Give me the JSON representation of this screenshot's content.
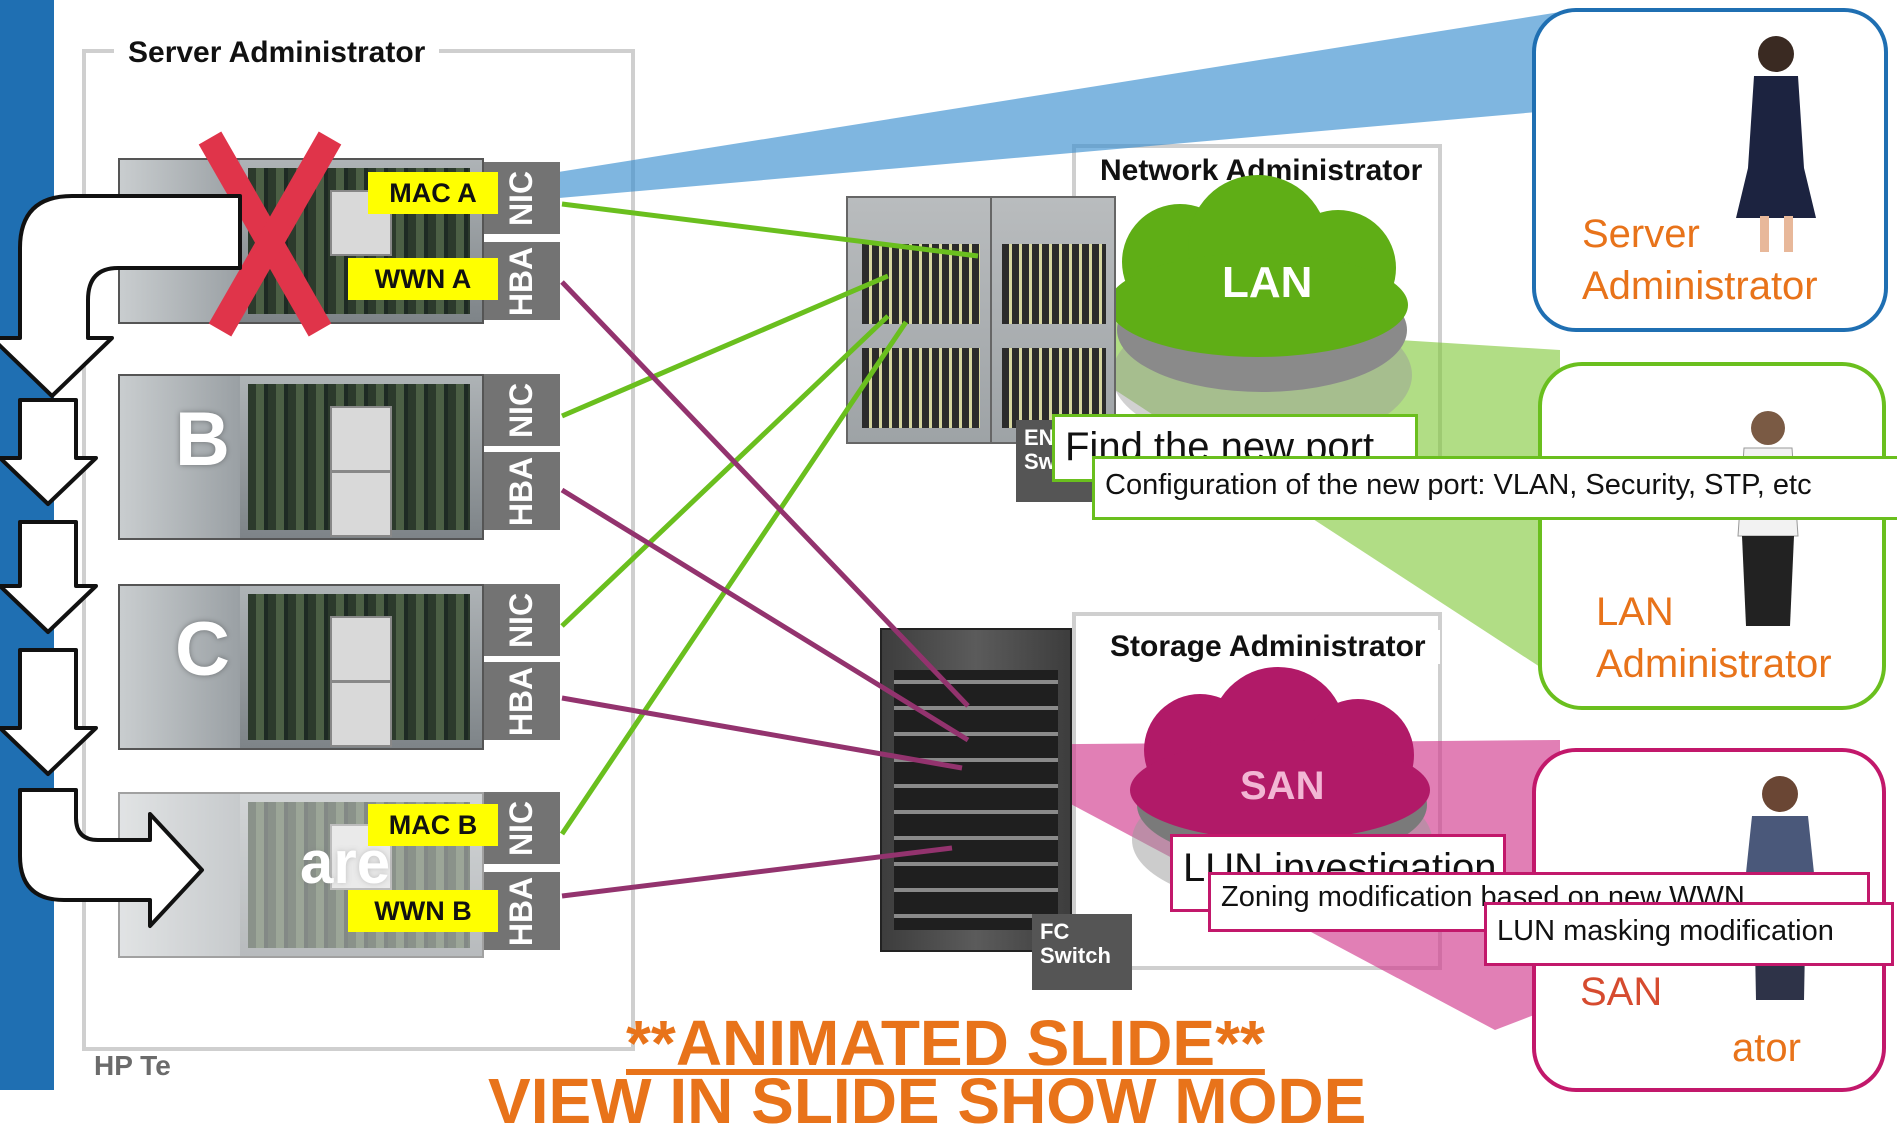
{
  "slide": {
    "server_admin_frame_title": "Server Administrator",
    "network_admin_frame_title": "Network Administrator",
    "storage_admin_frame_title": "Storage Administrator",
    "servers": [
      {
        "letter": "",
        "nic_label": "NIC",
        "hba_label": "HBA",
        "mac_label": "MAC A",
        "wwn_label": "WWN A",
        "failed": true
      },
      {
        "letter": "B",
        "nic_label": "NIC",
        "hba_label": "HBA"
      },
      {
        "letter": "C",
        "nic_label": "NIC",
        "hba_label": "HBA"
      },
      {
        "letter": "are",
        "nic_label": "NIC",
        "hba_label": "HBA",
        "mac_label": "MAC B",
        "wwn_label": "WWN B"
      }
    ],
    "lan_cloud_label": "LAN",
    "san_cloud_label": "SAN",
    "en_switch_tag": "EN\nSw",
    "fc_switch_tag": "FC\nSwitch",
    "notes": {
      "find_new_port": "Find the new port",
      "config_new_port": "Configuration of the new port: VLAN, Security, STP, etc",
      "lun_investigation": "LUN investigation",
      "zoning_modification": "Zoning modification based on new WWN",
      "lun_masking": "LUN masking modification"
    },
    "personas": {
      "server": {
        "line1": "Server",
        "line2": "Administrator"
      },
      "lan": {
        "line1": "LAN",
        "line2": "Administrator"
      },
      "san": {
        "line1": "SAN",
        "line2": "ator"
      }
    },
    "banner": {
      "line1": "**ANIMATED SLIDE**",
      "line2": "VIEW IN SLIDE SHOW MODE"
    },
    "footer": "HP Te"
  },
  "colors": {
    "accent_blue": "#1f6fb2",
    "lan_green": "#6abf1e",
    "san_magenta": "#c2186b",
    "hp_orange": "#e8731a",
    "label_yellow": "#ffff00"
  }
}
